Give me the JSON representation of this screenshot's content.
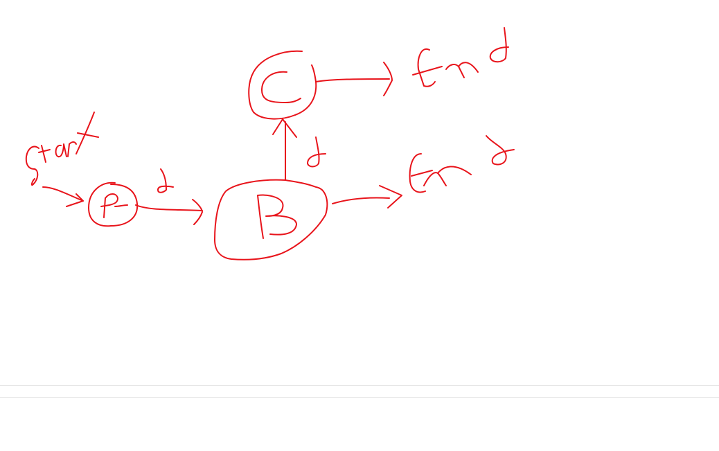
{
  "diagram": {
    "ink_color": "#e8141b",
    "divider_color": "#e6e6e6",
    "states": [
      {
        "id": "A",
        "label": "A",
        "role": "start"
      },
      {
        "id": "B",
        "label": "B"
      },
      {
        "id": "C",
        "label": "C"
      }
    ],
    "start_label": "Start",
    "end_labels": [
      "End",
      "End"
    ],
    "transitions": [
      {
        "from": "start",
        "to": "A",
        "label": ""
      },
      {
        "from": "A",
        "to": "B",
        "label": "d"
      },
      {
        "from": "B",
        "to": "C",
        "label": "d"
      },
      {
        "from": "B",
        "to": "end",
        "label": ""
      },
      {
        "from": "C",
        "to": "end",
        "label": ""
      }
    ]
  }
}
